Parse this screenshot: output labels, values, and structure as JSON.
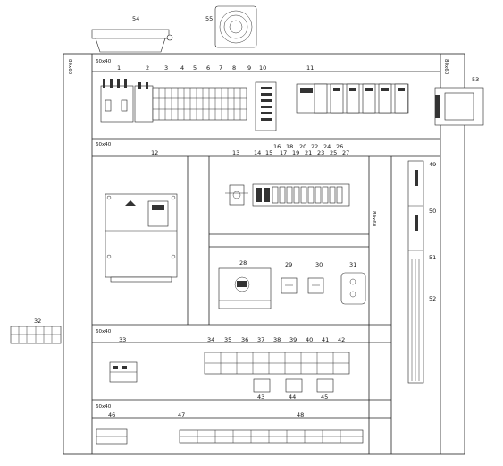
{
  "duct_labels": {
    "top": "60x40",
    "row2": "60x40",
    "row3": "60x40",
    "row4": "60x40",
    "left_vertical": "80x60",
    "right_vertical": "80x60",
    "mid_vertical": "80x60"
  },
  "labels": {
    "n1": "1",
    "n2": "2",
    "n3": "3",
    "n4": "4",
    "n5": "5",
    "n6": "6",
    "n7": "7",
    "n8": "8",
    "n9": "9",
    "n10": "10",
    "n11": "11",
    "n12": "12",
    "n13": "13",
    "n14": "14",
    "n15": "15",
    "n16": "16",
    "n17": "17",
    "n18": "18",
    "n19": "19",
    "n20": "20",
    "n21": "21",
    "n22": "22",
    "n23": "23",
    "n24": "24",
    "n25": "25",
    "n26": "26",
    "n27": "27",
    "n28": "28",
    "n29": "29",
    "n30": "30",
    "n31": "31",
    "n32": "32",
    "n33": "33",
    "n34": "34",
    "n35": "35",
    "n36": "36",
    "n37": "37",
    "n38": "38",
    "n39": "39",
    "n40": "40",
    "n41": "41",
    "n42": "42",
    "n43": "43",
    "n44": "44",
    "n45": "45",
    "n46": "46",
    "n47": "47",
    "n48": "48",
    "n49": "49",
    "n50": "50",
    "n51": "51",
    "n52": "52",
    "n53": "53",
    "n54": "54",
    "n55": "55"
  },
  "colors": {
    "line": "#222222",
    "fill_dark": "#333333",
    "background": "#ffffff"
  }
}
